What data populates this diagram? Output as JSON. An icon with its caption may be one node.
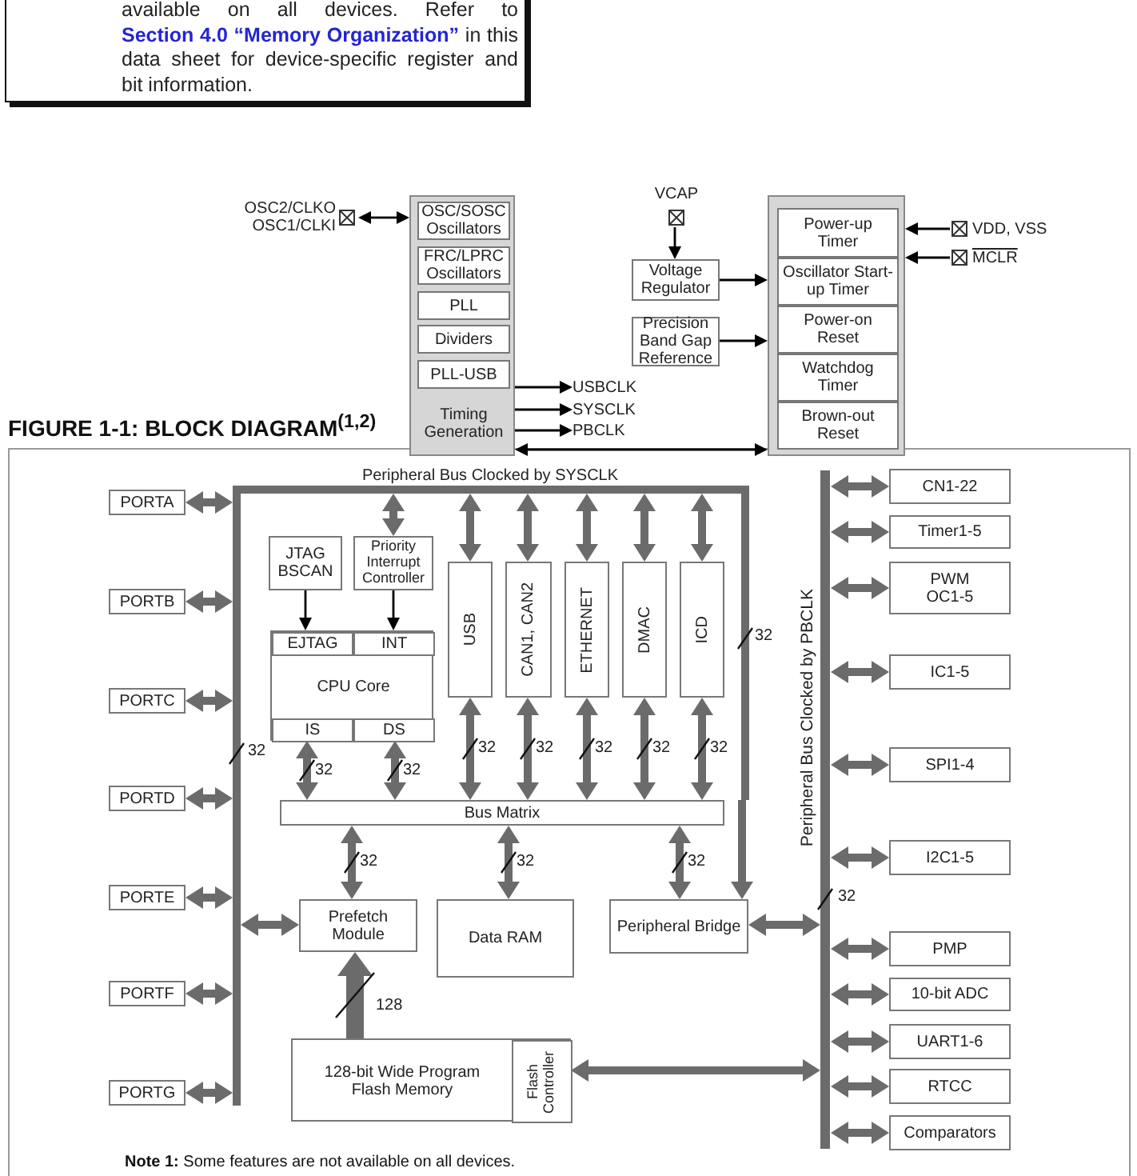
{
  "diagram": {
    "title": "FIGURE 1-1: BLOCK DIAGRAM$^{(1,2)}$",
    "caption": "**Note 1:** Some features are not available on all devices.",
    "nodes": [
      {
        "text": [
          "available on all devices. Refer to **Section 4.0 “Memory Organization”** in this data sheet for device-specific register and bit information."
        ]
      },
      {
        "text": [
          "OSC2/CLKO OSC1/CLKI"
        ]
      },
      {
        "text": [
          "Timing Generation"
        ]
      },
      {
        "text": [
          "OSC/SOSC Oscillators"
        ],
        "in": 2
      },
      {
        "text": [
          "FRC/LPRC Oscillators"
        ],
        "in": 2
      },
      {
        "text": [
          "PLL"
        ],
        "in": 2
      },
      {
        "text": [
          "Dividers"
        ],
        "in": 2
      },
      {
        "text": [
          "PLL-USB"
        ],
        "in": 2
      },
      {
        "text": [
          "USBCLK"
        ]
      },
      {
        "text": [
          "SYSCLK"
        ]
      },
      {
        "text": [
          "PBCLK"
        ]
      },
      {
        "text": [
          "VCAP"
        ]
      },
      {
        "text": [
          "Voltage Regulator"
        ]
      },
      {
        "text": [
          "Precision Band Gap Reference"
        ]
      },
      {
        "text": [],
        "shape": "box"
      },
      {
        "text": [
          "Power-up Timer"
        ],
        "in": 14
      },
      {
        "text": [
          "Oscillator Start-up Timer"
        ],
        "in": 14
      },
      {
        "text": [
          "Power-on Reset"
        ],
        "in": 14
      },
      {
        "text": [
          "Watchdog Timer"
        ],
        "in": 14
      },
      {
        "text": [
          "Brown-out Reset"
        ],
        "in": 14
      },
      {
        "text": [
          "VDD, VSS"
        ]
      },
      {
        "text": [
          "MCLR"
        ]
      },
      {
        "text": [
          "Peripheral Bus Clocked by SYSCLK"
        ]
      },
      {
        "text": [
          "PORTA"
        ]
      },
      {
        "text": [
          "PORTB"
        ]
      },
      {
        "text": [
          "PORTC"
        ]
      },
      {
        "text": [
          "PORTD"
        ]
      },
      {
        "text": [
          "PORTE"
        ]
      },
      {
        "text": [
          "PORTF"
        ]
      },
      {
        "text": [
          "PORTG"
        ]
      },
      {
        "text": [
          "JTAG BSCAN"
        ],
        "in": 22
      },
      {
        "text": [
          "Priority Interrupt Controller"
        ],
        "in": 22
      },
      {
        "text": [
          "CPU Core"
        ],
        "in": 22
      },
      {
        "text": [
          "EJTAG"
        ],
        "in": 32
      },
      {
        "text": [
          "INT"
        ],
        "in": 32
      },
      {
        "text": [
          "IS"
        ],
        "in": 32
      },
      {
        "text": [
          "DS"
        ],
        "in": 32
      },
      {
        "text": [
          "USB"
        ],
        "in": 22
      },
      {
        "text": [
          "CAN1, CAN2"
        ],
        "in": 22
      },
      {
        "text": [
          "ETHERNET"
        ],
        "in": 22
      },
      {
        "text": [
          "DMAC"
        ],
        "in": 22
      },
      {
        "text": [
          "ICD"
        ],
        "in": 22
      },
      {
        "text": [
          "Bus Matrix"
        ],
        "in": 22
      },
      {
        "text": [
          "Prefetch Module"
        ],
        "in": 22
      },
      {
        "text": [
          "Data RAM"
        ],
        "in": 22
      },
      {
        "text": [
          "Peripheral Bridge"
        ],
        "in": 22
      },
      {
        "text": [
          "128-bit Wide Program Flash Memory"
        ]
      },
      {
        "text": [
          "Flash Controller"
        ],
        "in": 46
      },
      {
        "text": [
          "Peripheral Bus Clocked by PBCLK"
        ]
      },
      {
        "text": [
          "CN1-22"
        ]
      },
      {
        "text": [
          "Timer1-5"
        ]
      },
      {
        "text": [
          "PWM OC1-5"
        ]
      },
      {
        "text": [
          "IC1-5"
        ]
      },
      {
        "text": [
          "SPI1-4"
        ]
      },
      {
        "text": [
          "I2C1-5"
        ]
      },
      {
        "text": [
          "PMP"
        ]
      },
      {
        "text": [
          "10-bit ADC"
        ]
      },
      {
        "text": [
          "UART1-6"
        ]
      },
      {
        "text": [
          "RTCC"
        ]
      },
      {
        "text": [
          "Comparators"
        ]
      }
    ],
    "edges": [
      {
        "from": 1,
        "to": 2,
        "arrow": "both",
        "color": "#000000"
      },
      {
        "from": 2,
        "to": 8,
        "arrow": "to",
        "color": "#000000"
      },
      {
        "from": 2,
        "to": 9,
        "arrow": "to",
        "color": "#000000"
      },
      {
        "from": 2,
        "to": 10,
        "arrow": "to",
        "color": "#000000"
      },
      {
        "from": 2,
        "to": 14,
        "arrow": "both",
        "color": "#000000"
      },
      {
        "from": 11,
        "to": 12,
        "arrow": "to",
        "color": "#000000"
      },
      {
        "from": 12,
        "to": 14,
        "arrow": "to",
        "color": "#000000"
      },
      {
        "from": 13,
        "to": 14,
        "arrow": "to",
        "color": "#000000"
      },
      {
        "from": 20,
        "to": 14,
        "arrow": "to",
        "color": "#000000"
      },
      {
        "from": 21,
        "to": 14,
        "arrow": "to",
        "color": "#000000"
      },
      {
        "from": 23,
        "to": 22,
        "arrow": "both"
      },
      {
        "from": 24,
        "to": 22,
        "arrow": "both"
      },
      {
        "from": 25,
        "to": 22,
        "arrow": "both"
      },
      {
        "from": 26,
        "to": 22,
        "arrow": "both"
      },
      {
        "from": 27,
        "to": 22,
        "arrow": "both"
      },
      {
        "from": 28,
        "to": 22,
        "arrow": "both"
      },
      {
        "from": 29,
        "to": 22,
        "arrow": "both"
      },
      {
        "from": 22,
        "to": 31,
        "arrow": "both"
      },
      {
        "from": 22,
        "to": 37,
        "arrow": "both"
      },
      {
        "from": 22,
        "to": 38,
        "arrow": "both"
      },
      {
        "from": 22,
        "to": 39,
        "arrow": "both"
      },
      {
        "from": 22,
        "to": 40,
        "arrow": "both"
      },
      {
        "from": 22,
        "to": 41,
        "arrow": "both"
      },
      {
        "from": 30,
        "to": 33,
        "arrow": "to",
        "color": "#000000"
      },
      {
        "from": 31,
        "to": 34,
        "arrow": "to",
        "color": "#000000"
      },
      {
        "from": 35,
        "to": 42,
        "arrow": "both",
        "label": "32"
      },
      {
        "from": 36,
        "to": 42,
        "arrow": "both",
        "label": "32"
      },
      {
        "from": 37,
        "to": 42,
        "arrow": "both",
        "label": "32"
      },
      {
        "from": 38,
        "to": 42,
        "arrow": "both",
        "label": "32"
      },
      {
        "from": 39,
        "to": 42,
        "arrow": "both",
        "label": "32"
      },
      {
        "from": 40,
        "to": 42,
        "arrow": "both",
        "label": "32"
      },
      {
        "from": 41,
        "to": 42,
        "arrow": "both",
        "label": "32"
      },
      {
        "from": 42,
        "to": 43,
        "arrow": "both",
        "label": "32"
      },
      {
        "from": 42,
        "to": 44,
        "arrow": "both",
        "label": "32"
      },
      {
        "from": 42,
        "to": 45,
        "arrow": "both",
        "label": "32"
      },
      {
        "from": 22,
        "to": 45,
        "arrow": "to"
      },
      {
        "from": 22,
        "to": 43,
        "arrow": "both"
      },
      {
        "from": 46,
        "to": 43,
        "arrow": "to",
        "label": "128",
        "style": "thick"
      },
      {
        "from": 45,
        "to": 48,
        "arrow": "both"
      },
      {
        "from": 47,
        "to": 48,
        "arrow": "both"
      },
      {
        "from": 48,
        "to": 49,
        "arrow": "both"
      },
      {
        "from": 48,
        "to": 50,
        "arrow": "both"
      },
      {
        "from": 48,
        "to": 51,
        "arrow": "both"
      },
      {
        "from": 48,
        "to": 52,
        "arrow": "both"
      },
      {
        "from": 48,
        "to": 53,
        "arrow": "both"
      },
      {
        "from": 48,
        "to": 54,
        "arrow": "both"
      },
      {
        "from": 48,
        "to": 55,
        "arrow": "both"
      },
      {
        "from": 48,
        "to": 56,
        "arrow": "both"
      },
      {
        "from": 48,
        "to": 57,
        "arrow": "both"
      },
      {
        "from": 48,
        "to": 58,
        "arrow": "both"
      },
      {
        "from": 48,
        "to": 59,
        "arrow": "both"
      }
    ],
    "labels": [
      "32",
      "32",
      "32"
    ]
  }
}
